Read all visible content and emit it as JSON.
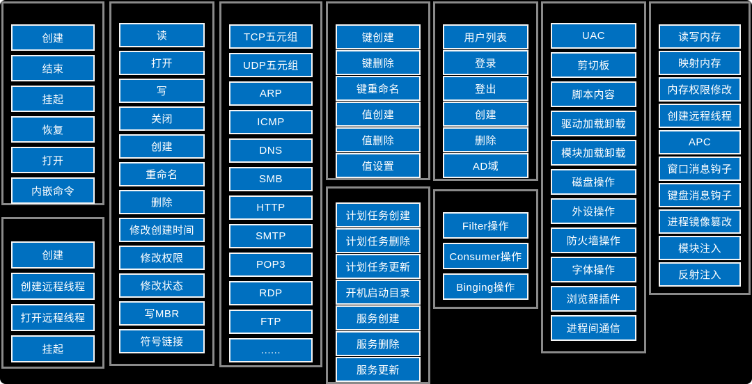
{
  "canvas": {
    "background": "#000000"
  },
  "colors": {
    "button_fill": "#0070c0",
    "button_border": "#f5f5f5",
    "button_text": "#ffffff",
    "group_border": "#8a8a8a"
  },
  "groups": [
    {
      "id": "process-actions",
      "items": [
        "创建",
        "结束",
        "挂起",
        "恢复",
        "打开",
        "内嵌命令"
      ]
    },
    {
      "id": "thread-actions",
      "items": [
        "创建",
        "创建远程线程",
        "打开远程线程",
        "挂起"
      ]
    },
    {
      "id": "file-actions",
      "items": [
        "读",
        "打开",
        "写",
        "关闭",
        "创建",
        "重命名",
        "删除",
        "修改创建时间",
        "修改权限",
        "修改状态",
        "写MBR",
        "符号链接"
      ]
    },
    {
      "id": "network-protocols",
      "items": [
        "TCP五元组",
        "UDP五元组",
        "ARP",
        "ICMP",
        "DNS",
        "SMB",
        "HTTP",
        "SMTP",
        "POP3",
        "RDP",
        "FTP",
        "......"
      ]
    },
    {
      "id": "registry-actions",
      "items": [
        "键创建",
        "键删除",
        "键重命名",
        "值创建",
        "值删除",
        "值设置"
      ]
    },
    {
      "id": "task-service-actions",
      "items": [
        "计划任务创建",
        "计划任务删除",
        "计划任务更新",
        "开机启动目录",
        "服务创建",
        "服务删除",
        "服务更新"
      ]
    },
    {
      "id": "user-account-actions",
      "items": [
        "用户列表",
        "登录",
        "登出",
        "创建",
        "删除",
        "AD域"
      ]
    },
    {
      "id": "wmi-actions",
      "items": [
        "Filter操作",
        "Consumer操作",
        "Binging操作"
      ]
    },
    {
      "id": "system-actions",
      "items": [
        "UAC",
        "剪切板",
        "脚本内容",
        "驱动加载卸载",
        "模块加载卸载",
        "磁盘操作",
        "外设操作",
        "防火墙操作",
        "字体操作",
        "浏览器插件",
        "进程间通信"
      ]
    },
    {
      "id": "memory-injection-actions",
      "items": [
        "读写内存",
        "映射内存",
        "内存权限修改",
        "创建远程线程",
        "APC",
        "窗口消息钩子",
        "键盘消息钩子",
        "进程镜像篡改",
        "模块注入",
        "反射注入"
      ]
    }
  ]
}
